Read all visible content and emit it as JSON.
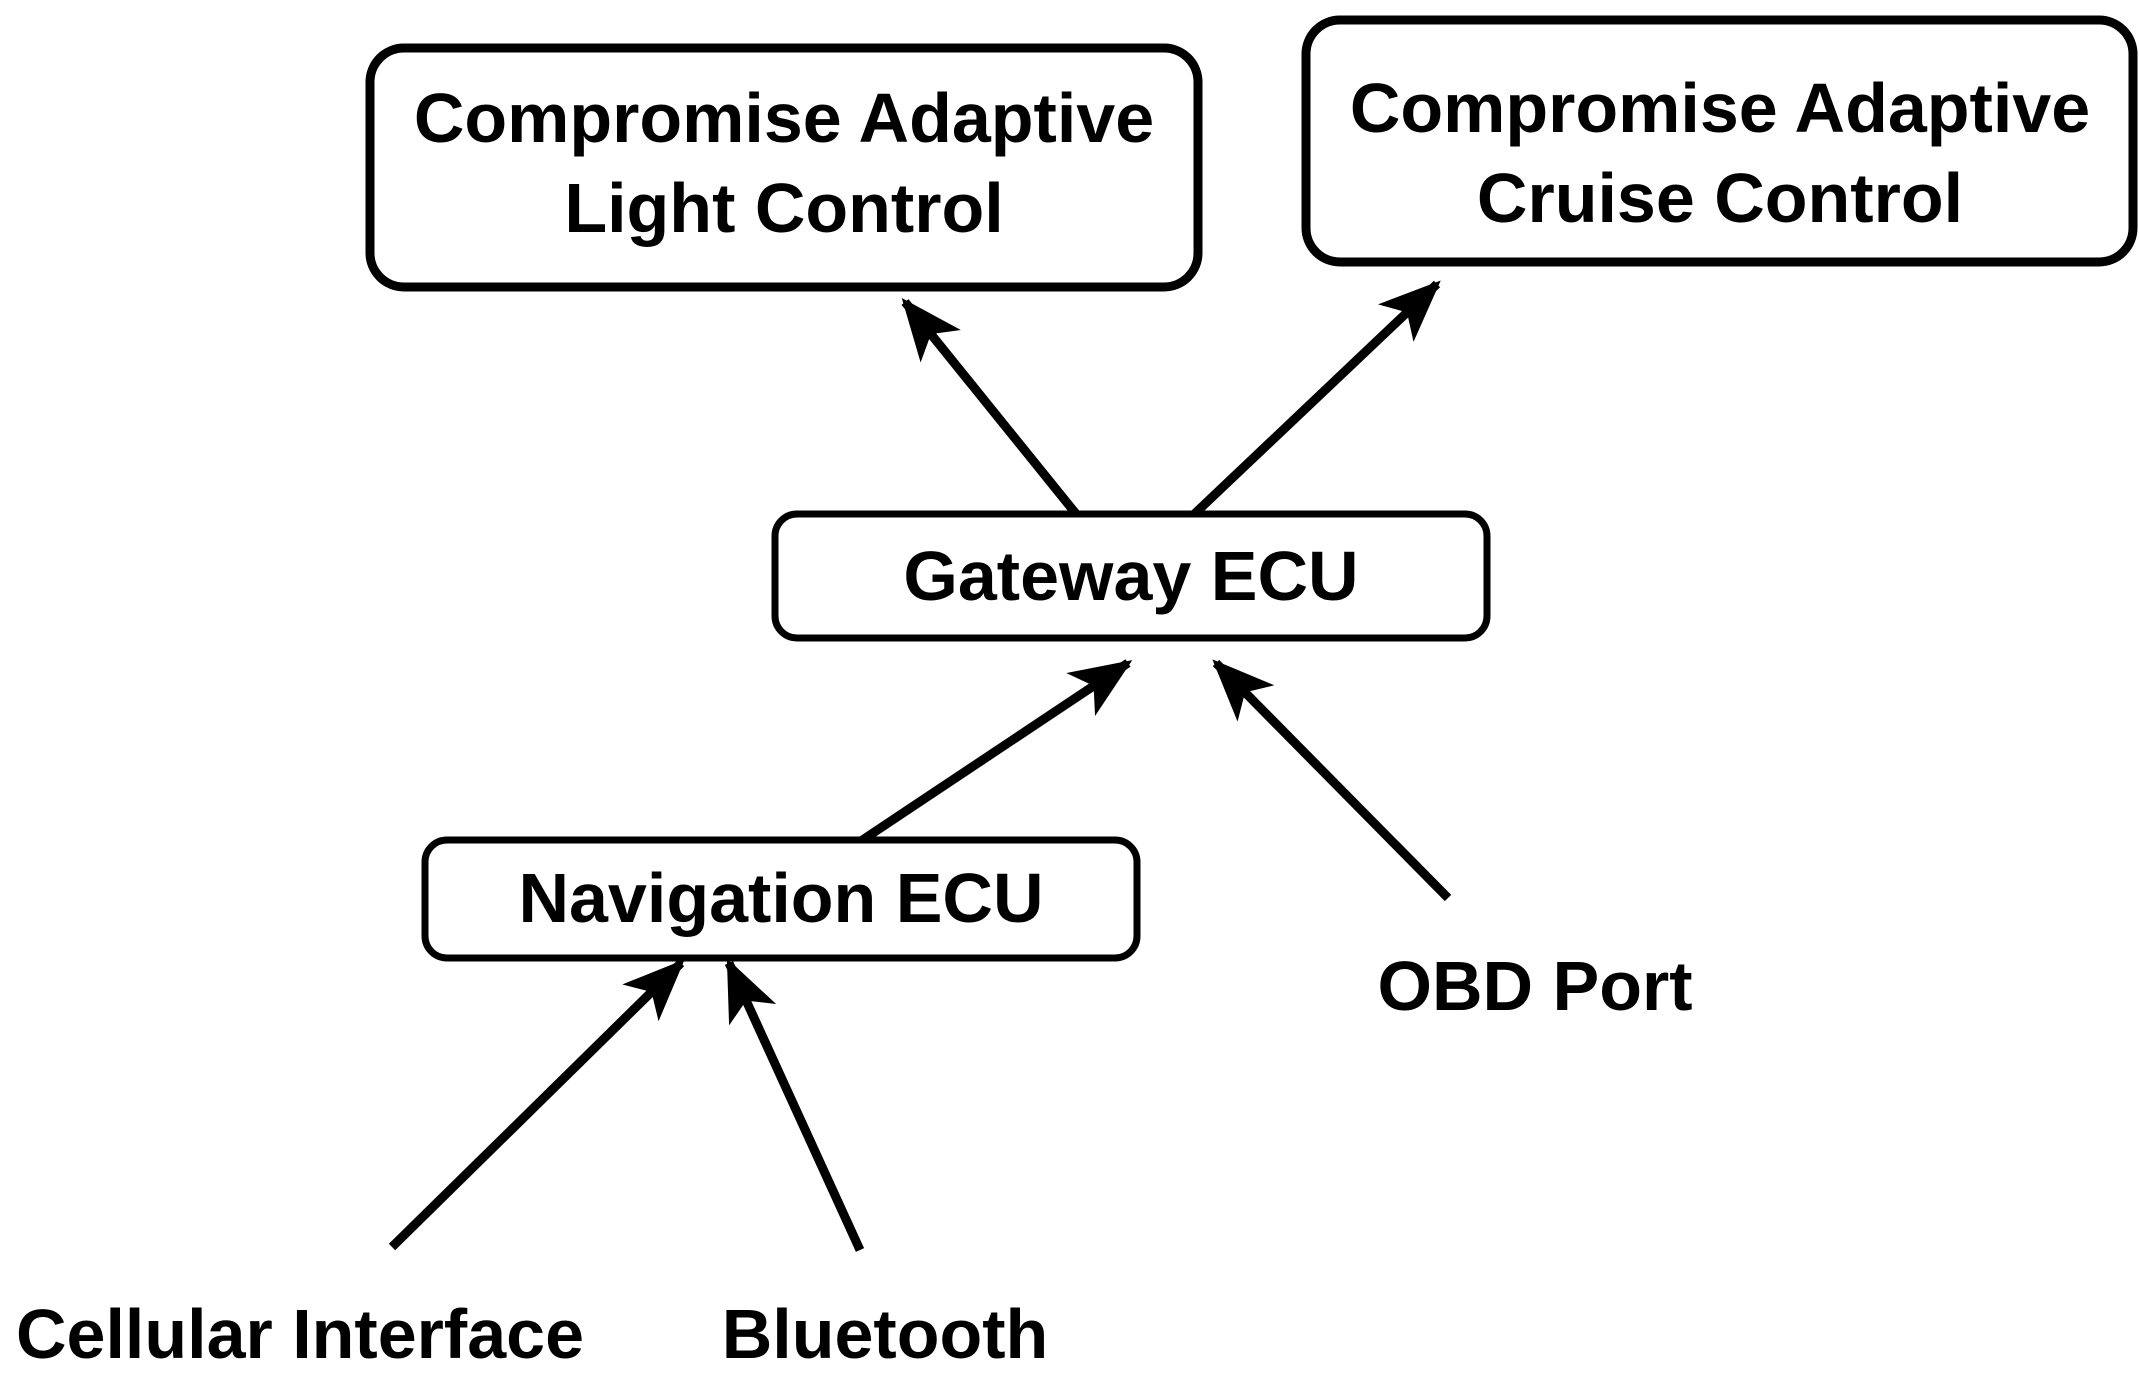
{
  "figure": {
    "background": "#ffffff",
    "line_color": "#000000",
    "nodes": {
      "light_control": {
        "line1": "Compromise Adaptive",
        "line2": "Light Control",
        "shape": "rounded-box"
      },
      "cruise_control": {
        "line1": "Compromise Adaptive",
        "line2": "Cruise Control",
        "shape": "rounded-box"
      },
      "gateway_ecu": {
        "label": "Gateway ECU",
        "shape": "rounded-box"
      },
      "navigation_ecu": {
        "label": "Navigation ECU",
        "shape": "rounded-box"
      },
      "obd_port": {
        "label": "OBD Port",
        "shape": "text-only"
      },
      "cellular_interface": {
        "label": "Cellular Interface",
        "shape": "text-only"
      },
      "bluetooth": {
        "label": "Bluetooth",
        "shape": "text-only"
      }
    },
    "edges": [
      {
        "from": "gateway_ecu",
        "to": "light_control"
      },
      {
        "from": "gateway_ecu",
        "to": "cruise_control"
      },
      {
        "from": "navigation_ecu",
        "to": "gateway_ecu"
      },
      {
        "from": "obd_port",
        "to": "gateway_ecu"
      },
      {
        "from": "cellular_interface",
        "to": "navigation_ecu"
      },
      {
        "from": "bluetooth",
        "to": "navigation_ecu"
      }
    ]
  }
}
